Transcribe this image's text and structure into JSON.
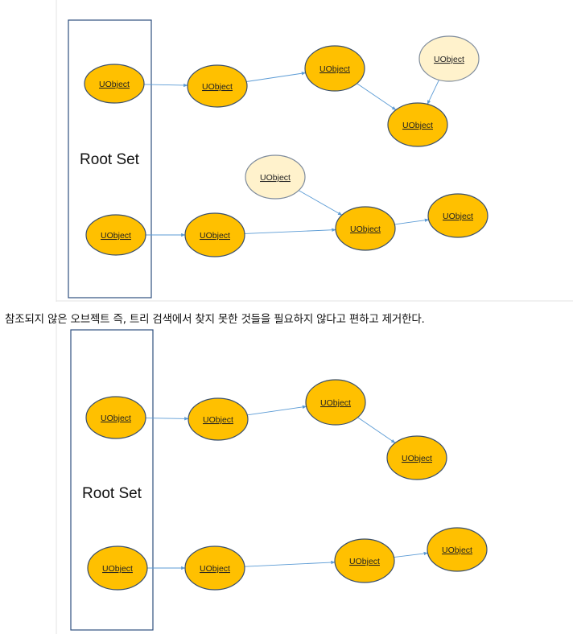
{
  "colors": {
    "reachable_fill": "#FFC000",
    "reachable_stroke": "#3a4f6b",
    "unreachable_fill": "#FFF2CC",
    "unreachable_stroke": "#7f8c9c",
    "edge": "#5B9BD5",
    "root_box": "#2F4F7F"
  },
  "node_label": "UObject",
  "root_set_label": "Root Set",
  "caption": "참조되지 않은 오브젝트 즉, 트리 검색에서 찾지 못한 것들을 필요하지 않다고 편하고 제거한다.",
  "diagrams": [
    {
      "id": "before-gc",
      "nodes": [
        {
          "id": "r1",
          "label": "UObject",
          "reachable": true,
          "in_root_set": true
        },
        {
          "id": "r2",
          "label": "UObject",
          "reachable": true,
          "in_root_set": true
        },
        {
          "id": "a1",
          "label": "UObject",
          "reachable": true
        },
        {
          "id": "a2",
          "label": "UObject",
          "reachable": true
        },
        {
          "id": "a3",
          "label": "UObject",
          "reachable": true
        },
        {
          "id": "u1",
          "label": "UObject",
          "reachable": false
        },
        {
          "id": "b1",
          "label": "UObject",
          "reachable": true
        },
        {
          "id": "b2",
          "label": "UObject",
          "reachable": true
        },
        {
          "id": "b3",
          "label": "UObject",
          "reachable": true
        },
        {
          "id": "u2",
          "label": "UObject",
          "reachable": false
        }
      ],
      "edges": [
        {
          "from": "r1",
          "to": "a1"
        },
        {
          "from": "a1",
          "to": "a2"
        },
        {
          "from": "a2",
          "to": "a3"
        },
        {
          "from": "u1",
          "to": "a3"
        },
        {
          "from": "r2",
          "to": "b1"
        },
        {
          "from": "b1",
          "to": "b2"
        },
        {
          "from": "u2",
          "to": "b2"
        },
        {
          "from": "b2",
          "to": "b3"
        }
      ]
    },
    {
      "id": "after-gc",
      "nodes": [
        {
          "id": "r1",
          "label": "UObject",
          "reachable": true,
          "in_root_set": true
        },
        {
          "id": "r2",
          "label": "UObject",
          "reachable": true,
          "in_root_set": true
        },
        {
          "id": "a1",
          "label": "UObject",
          "reachable": true
        },
        {
          "id": "a2",
          "label": "UObject",
          "reachable": true
        },
        {
          "id": "a3",
          "label": "UObject",
          "reachable": true
        },
        {
          "id": "b1",
          "label": "UObject",
          "reachable": true
        },
        {
          "id": "b2",
          "label": "UObject",
          "reachable": true
        },
        {
          "id": "b3",
          "label": "UObject",
          "reachable": true
        }
      ],
      "edges": [
        {
          "from": "r1",
          "to": "a1"
        },
        {
          "from": "a1",
          "to": "a2"
        },
        {
          "from": "a2",
          "to": "a3"
        },
        {
          "from": "r2",
          "to": "b1"
        },
        {
          "from": "b1",
          "to": "b2"
        },
        {
          "from": "b2",
          "to": "b3"
        }
      ]
    }
  ]
}
